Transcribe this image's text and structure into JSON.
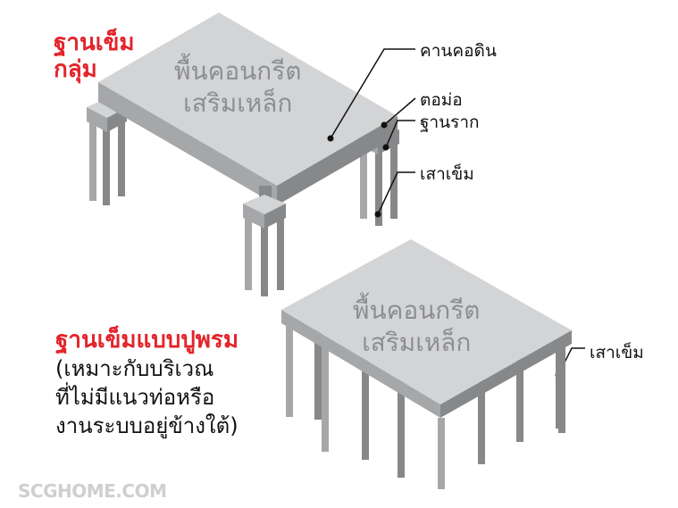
{
  "top_diagram": {
    "title_line1": "ฐานเข็ม",
    "title_line2": "กลุ่ม",
    "slab_line1": "พื้นคอนกรีต",
    "slab_line2": "เสริมเหล็ก",
    "labels": {
      "grade_beam": "คานคอดิน",
      "column_stub": "ตอม่อ",
      "footing": "ฐานราก",
      "pile": "เสาเข็ม"
    }
  },
  "bottom_diagram": {
    "title": "ฐานเข็มแบบปูพรม",
    "note_line1": "(เหมาะกับบริเวณ",
    "note_line2": "ที่ไม่มีแนวท่อหรือ",
    "note_line3": "งานระบบอยู่ข้างใต้)",
    "slab_line1": "พื้นคอนกรีต",
    "slab_line2": "เสริมเหล็ก",
    "pile_label": "เสาเข็ม"
  },
  "footer": {
    "logo": "SCGHOME.COM"
  },
  "colors": {
    "red": "#e3242b",
    "slab_top": "#d3d4d6",
    "face_dark": "#87888a",
    "face_mid": "#a6a7a9"
  }
}
